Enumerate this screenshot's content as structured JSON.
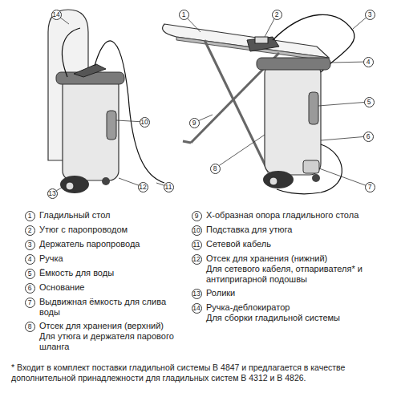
{
  "diagram": {
    "nodes": [
      {
        "text": [
          "14"
        ]
      },
      {
        "text": [
          "1"
        ]
      },
      {
        "text": [
          "2"
        ]
      },
      {
        "text": [
          "3"
        ]
      },
      {
        "text": [
          "4"
        ]
      },
      {
        "text": [
          "10"
        ]
      },
      {
        "text": [
          "9"
        ]
      },
      {
        "text": [
          "5"
        ]
      },
      {
        "text": [
          "6"
        ]
      },
      {
        "text": [
          "8"
        ]
      },
      {
        "text": [
          "12"
        ]
      },
      {
        "text": [
          "11"
        ]
      },
      {
        "text": [
          "13"
        ]
      },
      {
        "text": [
          "7"
        ]
      },
      {
        "text": [
          "1"
        ]
      },
      {
        "text": [
          "2"
        ]
      },
      {
        "text": [
          "3"
        ]
      },
      {
        "text": [
          "4"
        ]
      },
      {
        "text": [
          "5"
        ]
      },
      {
        "text": [
          "6"
        ]
      },
      {
        "text": [
          "7"
        ]
      },
      {
        "text": [
          "8"
        ]
      },
      {
        "text": [
          "9"
        ]
      },
      {
        "text": [
          "10"
        ]
      },
      {
        "text": [
          "11"
        ]
      },
      {
        "text": [
          "12"
        ]
      },
      {
        "text": [
          "13"
        ]
      },
      {
        "text": [
          "14"
        ]
      }
    ],
    "edges": [],
    "labels": [
      "Гладильный стол",
      "Утюг с паропроводом",
      "Держатель паропровода",
      "Ручка",
      "Ёмкость для воды",
      "Основание",
      "Выдвижная ёмкость для слива воды",
      "Отсек для хранения (верхний)",
      "Для утюга и держателя парового шланга",
      "X-образная опора гладильного стола",
      "Подставка для утюга",
      "Сетевой кабель",
      "Отсек для хранения (нижний)",
      "Для сетевого кабеля, отпаривателя* и антипригарной подошвы",
      "Ролики",
      "Ручка-деблокиратор",
      "Для сборки гладильной системы",
      "* Входит в комплект поставки гладильной системы B 4847 и предлагается в качестве дополнительной принадлежности для гладильных систем B 4312 и B 4826."
    ]
  }
}
